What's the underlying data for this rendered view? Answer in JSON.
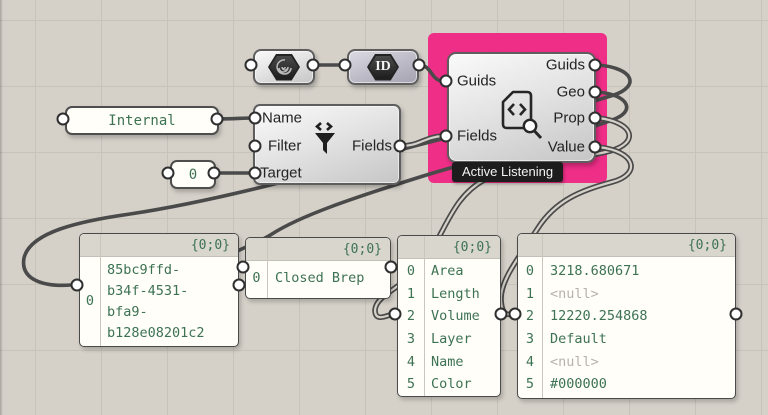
{
  "colors": {
    "canvas_bg": "#d5d1c9",
    "grid_line": "#c7c3ba",
    "group_pink": "#ee2e87",
    "wire_gray": "#4a4a4a",
    "panel_text_green": "#3d7253",
    "null_gray": "#b5b2aa",
    "tag_bg": "#1d1d1d"
  },
  "params": {
    "geometry": {
      "icon": "spiral-hexagon-icon"
    },
    "guid": {
      "icon_label": "ID"
    }
  },
  "filter": {
    "inputs": [
      "Name",
      "Filter",
      "Target"
    ],
    "output": "Fields",
    "icon": "funnel-fields-icon"
  },
  "listener": {
    "tag": "Active Listening",
    "inputs": [
      "Guids",
      "Fields"
    ],
    "outputs": [
      "Guids",
      "Geo",
      "Prop",
      "Value"
    ],
    "icon": "document-search-icon"
  },
  "value_capsules": {
    "internal": "Internal",
    "zero": "0"
  },
  "panels": {
    "guid": {
      "header": "{0;0}",
      "index": "0",
      "lines": [
        "85bc9ffd-",
        "b34f-4531-",
        "bfa9-",
        "b128e08201c2"
      ]
    },
    "brep": {
      "header": "{0;0}",
      "rows": [
        {
          "i": "0",
          "v": "Closed Brep"
        }
      ]
    },
    "fields": {
      "header": "{0;0}",
      "rows": [
        {
          "i": "0",
          "v": "Area"
        },
        {
          "i": "1",
          "v": "Length"
        },
        {
          "i": "2",
          "v": "Volume"
        },
        {
          "i": "3",
          "v": "Layer"
        },
        {
          "i": "4",
          "v": "Name"
        },
        {
          "i": "5",
          "v": "Color"
        }
      ]
    },
    "values": {
      "header": "{0;0}",
      "rows": [
        {
          "i": "0",
          "v": "3218.680671"
        },
        {
          "i": "1",
          "v": "<null>"
        },
        {
          "i": "2",
          "v": "12220.254868"
        },
        {
          "i": "3",
          "v": "Default"
        },
        {
          "i": "4",
          "v": "<null>"
        },
        {
          "i": "5",
          "v": "#000000"
        }
      ]
    }
  }
}
